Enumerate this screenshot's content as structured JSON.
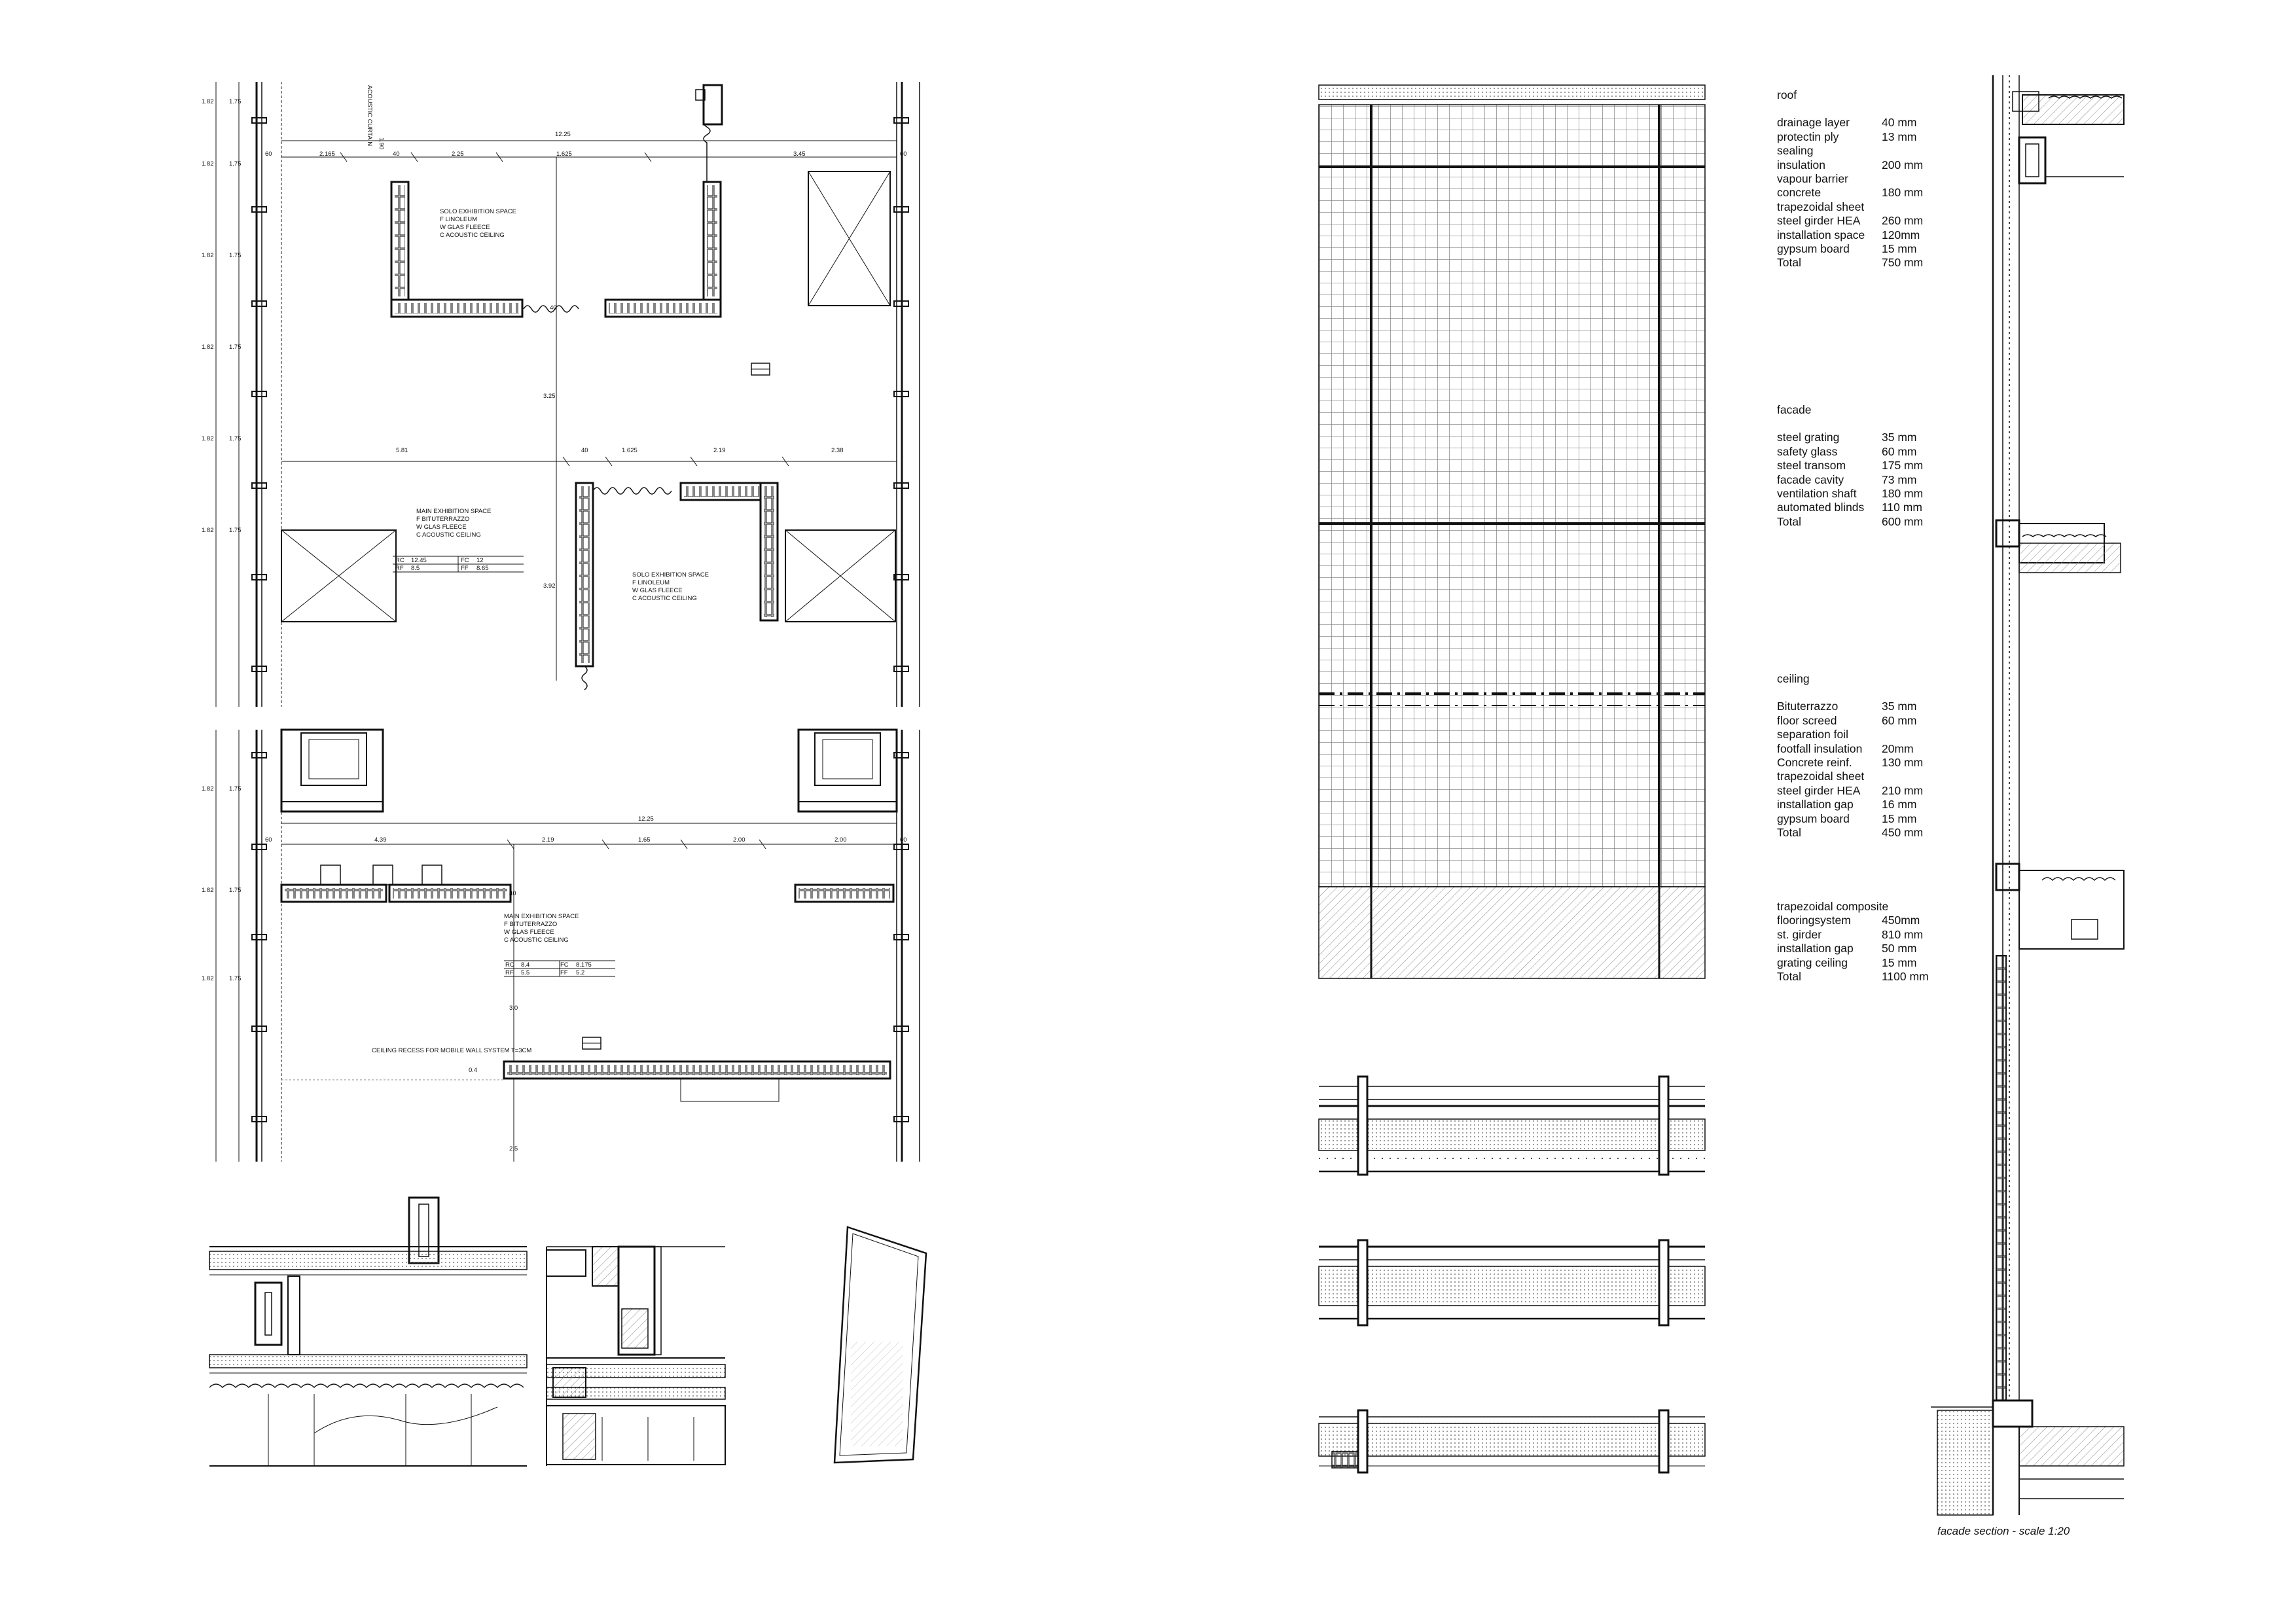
{
  "plan_upper": {
    "acoustic_label": "ACOUSTIC CURTAIN",
    "acoustic_dim": "1.90",
    "overall_dim": "12.25",
    "top_dims": [
      "2.165",
      "40",
      "2.25",
      "1.625",
      "3.45"
    ],
    "mid_dims": [
      "5.81",
      "40",
      "1.625",
      "2.19",
      "2.38"
    ],
    "vert_dims": [
      "40",
      "3.25",
      "3.92"
    ],
    "edge_dim": "60",
    "left_dims": [
      "1.82",
      "1.75",
      "1.82",
      "1.75",
      "1.82",
      "1.75",
      "1.82",
      "1.75",
      "1.82",
      "1.75",
      "1.82",
      "1.75"
    ],
    "rooms": [
      {
        "name": "SOLO EXHIBITION SPACE",
        "f": "F   LINOLEUM",
        "w": "W  GLAS FLEECE",
        "c": "C   ACOUSTIC CEILING"
      },
      {
        "name": "MAIN EXHIBITION SPACE",
        "f": "F   BITUTERRAZZO",
        "w": "W  GLAS FLEECE",
        "c": "C   ACOUSTIC CEILING"
      },
      {
        "name": "SOLO EXHIBITION SPACE",
        "f": "F   LINOLEUM",
        "w": "W  GLAS FLEECE",
        "c": "C   ACOUSTIC CEILING"
      }
    ],
    "level_table": {
      "rc_label": "RC",
      "rc": "12.45",
      "fc_label": "FC",
      "fc": "12",
      "rf_label": "RF",
      "rf": "8.5",
      "ff_label": "FF",
      "ff": "8.65"
    }
  },
  "plan_lower": {
    "overall_dim": "12.25",
    "dims": [
      "4.39",
      "2.19",
      "1.65",
      "2.00",
      "2.00"
    ],
    "edge_dim": "60",
    "vert_dims": [
      "40",
      "3.0",
      "0.4",
      "2.5"
    ],
    "left_dims": [
      "1.82",
      "1.75",
      "1.82",
      "1.75",
      "1.82",
      "1.75"
    ],
    "room": {
      "name": "MAIN EXHIBITION SPACE",
      "f": "F   BITUTERRAZZO",
      "w": "W  GLAS FLEECE",
      "c": "C   ACOUSTIC CEILING"
    },
    "level_table": {
      "rc_label": "RC",
      "rc": "8.4",
      "fc_label": "FC",
      "fc": "8.175",
      "rf_label": "RF",
      "rf": "5.5",
      "ff_label": "FF",
      "ff": "5.2"
    },
    "recess_label": "CEILING RECESS FOR MOBILE WALL SYSTEM T=3CM"
  },
  "specs": [
    {
      "title": "roof",
      "rows": [
        {
          "name": "drainage layer",
          "value": "40 mm"
        },
        {
          "name": "protectin ply",
          "value": "13 mm"
        },
        {
          "name": "sealing",
          "value": ""
        },
        {
          "name": "insulation",
          "value": "200 mm"
        },
        {
          "name": "vapour barrier",
          "value": ""
        },
        {
          "name": "concrete",
          "value": "180 mm"
        },
        {
          "name": "trapezoidal sheet",
          "value": ""
        },
        {
          "name": "steel girder HEA",
          "value": "260 mm"
        },
        {
          "name": "installation space",
          "value": "120mm"
        },
        {
          "name": "gypsum board",
          "value": "15 mm"
        },
        {
          "name": "Total",
          "value": "750 mm"
        }
      ]
    },
    {
      "title": "facade",
      "rows": [
        {
          "name": "steel grating",
          "value": "35 mm"
        },
        {
          "name": "safety glass",
          "value": "60 mm"
        },
        {
          "name": "steel transom",
          "value": "175 mm"
        },
        {
          "name": "facade cavity",
          "value": "73 mm"
        },
        {
          "name": "ventilation shaft",
          "value": "180 mm"
        },
        {
          "name": "automated blinds",
          "value": "110 mm"
        },
        {
          "name": "Total",
          "value": "600 mm"
        }
      ]
    },
    {
      "title": "ceiling",
      "rows": [
        {
          "name": "Bituterrazzo",
          "value": "35 mm"
        },
        {
          "name": "floor screed",
          "value": "60 mm"
        },
        {
          "name": "separation foil",
          "value": ""
        },
        {
          "name": "footfall insulation",
          "value": "20mm"
        },
        {
          "name": "Concrete reinf.",
          "value": "130 mm"
        },
        {
          "name": "trapezoidal sheet",
          "value": ""
        },
        {
          "name": "steel girder HEA",
          "value": "210 mm"
        },
        {
          "name": "installation gap",
          "value": "16 mm"
        },
        {
          "name": "gypsum board",
          "value": "15 mm"
        },
        {
          "name": "Total",
          "value": "450 mm"
        }
      ]
    },
    {
      "title": "",
      "rows": [
        {
          "name": "trapezoidal composite",
          "value": ""
        },
        {
          "name": "flooringsystem",
          "value": "450mm"
        },
        {
          "name": "st. girder",
          "value": "810 mm"
        },
        {
          "name": "installation gap",
          "value": "50 mm"
        },
        {
          "name": "grating ceiling",
          "value": "15 mm"
        },
        {
          "name": "Total",
          "value": "1100 mm"
        }
      ]
    }
  ],
  "caption": "facade section - scale 1:20"
}
